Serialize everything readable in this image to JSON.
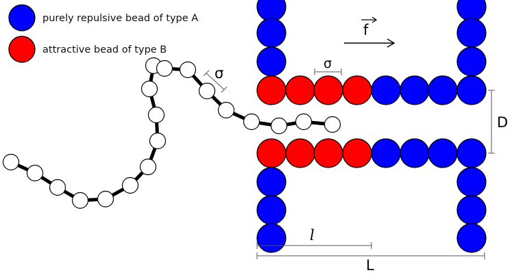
{
  "legend": {
    "item_a": {
      "label": "purely repulsive bead of type A",
      "color": "#0000ff"
    },
    "item_b": {
      "label": "attractive bead of type B",
      "color": "#ff0000"
    }
  },
  "labels": {
    "force": "f",
    "sigma_polymer": "σ",
    "sigma_pore": "σ",
    "pore_width": "D",
    "attractive_length": "l",
    "pore_length": "L"
  },
  "colors": {
    "bead_a": "#0000ff",
    "bead_b": "#ff0000",
    "polymer_bead": "#ffffff",
    "bond": "#000000"
  }
}
